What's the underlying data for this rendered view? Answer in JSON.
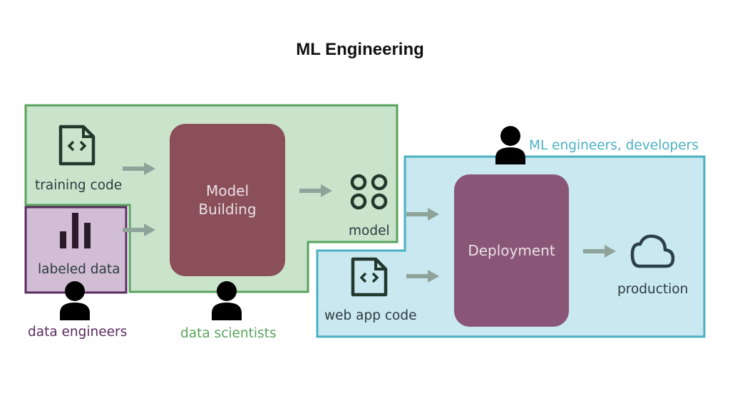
{
  "title": "ML Engineering",
  "colors": {
    "green_region_fill": "#c9e4cb",
    "green_region_border": "#59a35d",
    "blue_region_fill": "#c9e8ef",
    "blue_region_border": "#4bb0c2",
    "purple_region_fill": "#d1bdd4",
    "purple_region_border": "#5b2b60",
    "model_building_fill": "#8a4f59",
    "deployment_fill": "#8a5678",
    "arrow": "#8ea39a",
    "icon_dark": "#23382c",
    "person": "#000000"
  },
  "blocks": {
    "model_building": "Model\nBuilding",
    "deployment": "Deployment"
  },
  "inputs": {
    "training_code": "training code",
    "labeled_data": "labeled data",
    "model": "model",
    "web_app_code": "web app code",
    "production": "production"
  },
  "roles": {
    "data_engineers": "data engineers",
    "data_scientists": "data scientists",
    "ml_engineers": "ML engineers, developers"
  },
  "icons": {
    "training_code": "code-file-icon",
    "labeled_data": "bar-chart-icon",
    "model": "four-circles-icon",
    "web_app_code": "code-file-icon",
    "production": "cloud-icon",
    "person": "person-icon"
  }
}
